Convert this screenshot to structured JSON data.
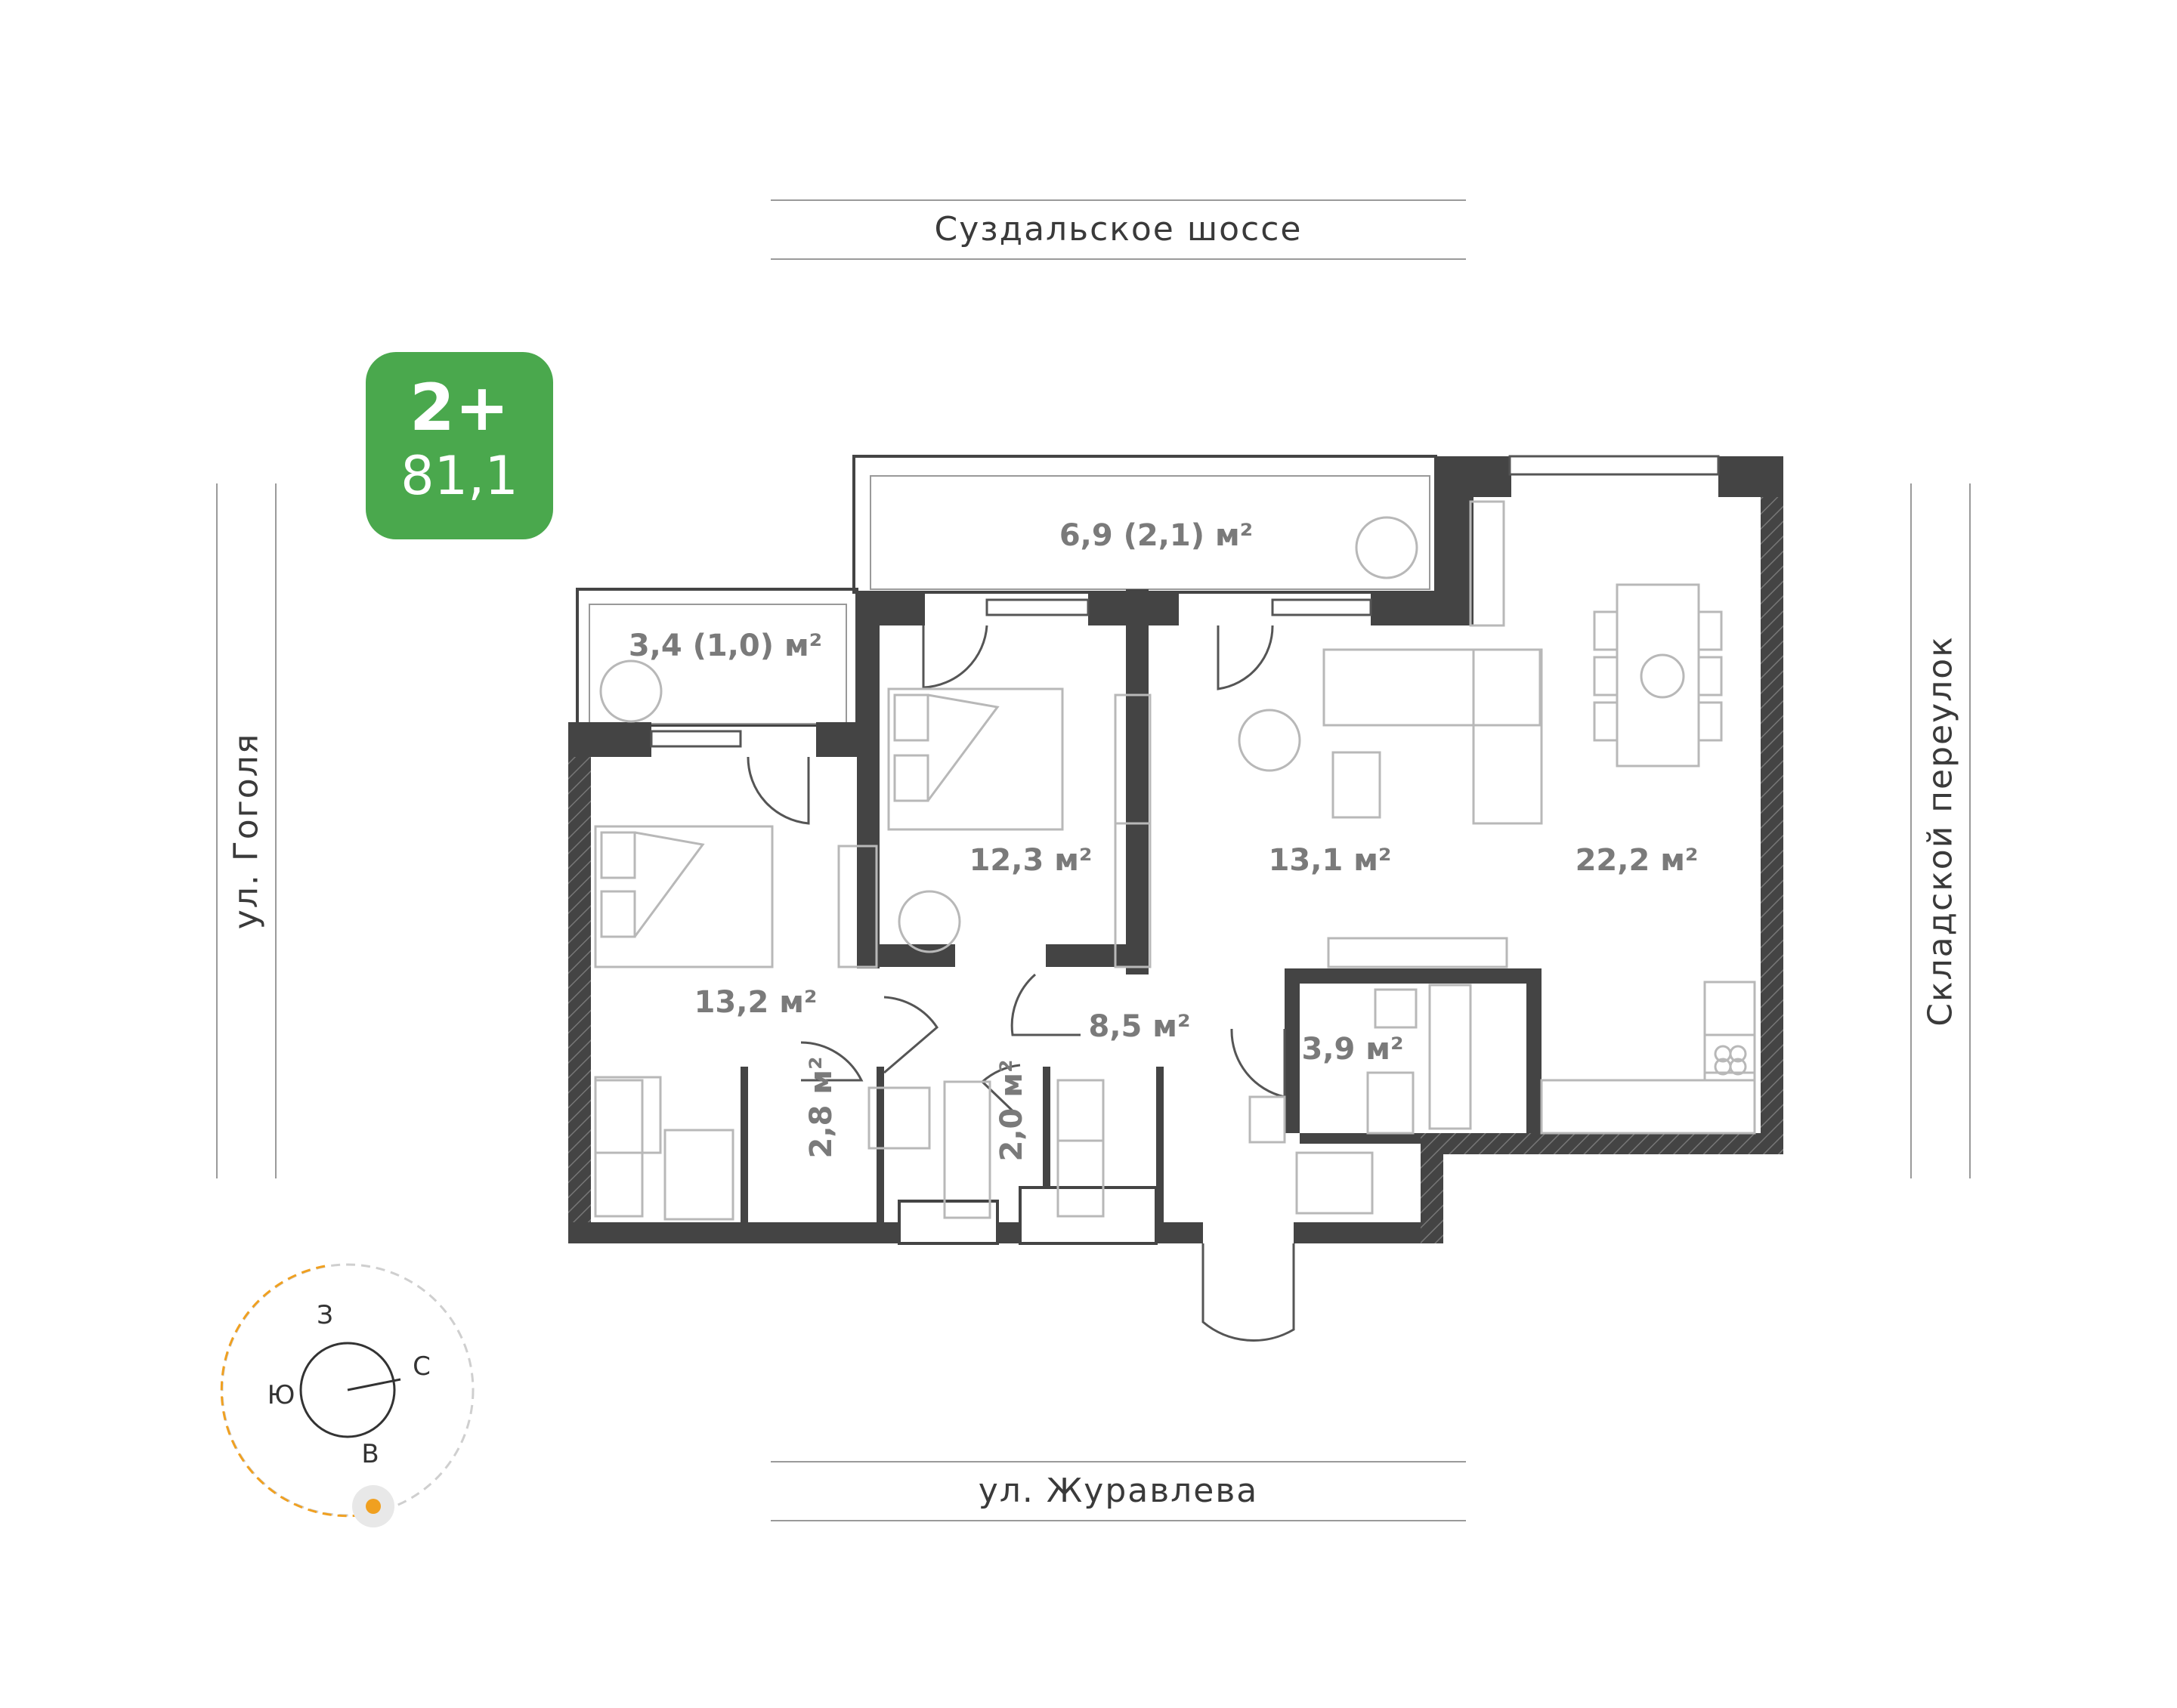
{
  "streets": {
    "top": "Суздальское шоссе",
    "bottom": "ул. Журавлева",
    "left": "ул. Гоголя",
    "right": "Складской переулок"
  },
  "badge": {
    "type": "2+",
    "area": "81,1",
    "color": "#4aa84d"
  },
  "rooms": {
    "balcony_large": "6,9 (2,1) м²",
    "balcony_small": "3,4 (1,0) м²",
    "bedroom_1": "13,2 м²",
    "bedroom_2": "12,3 м²",
    "living": "13,1 м²",
    "kitchen_living": "22,2 м²",
    "hall": "8,5 м²",
    "bathroom_1": "2,8 м²",
    "bathroom_2": "2,0 м²",
    "bathroom_3": "3,9 м²"
  },
  "compass": {
    "n": "С",
    "s": "Ю",
    "w": "З",
    "e": "В",
    "sun_color": "#f0a020"
  },
  "colors": {
    "wall": "#444444",
    "furniture": "#b8b8b8",
    "label": "#7a7a7a"
  }
}
